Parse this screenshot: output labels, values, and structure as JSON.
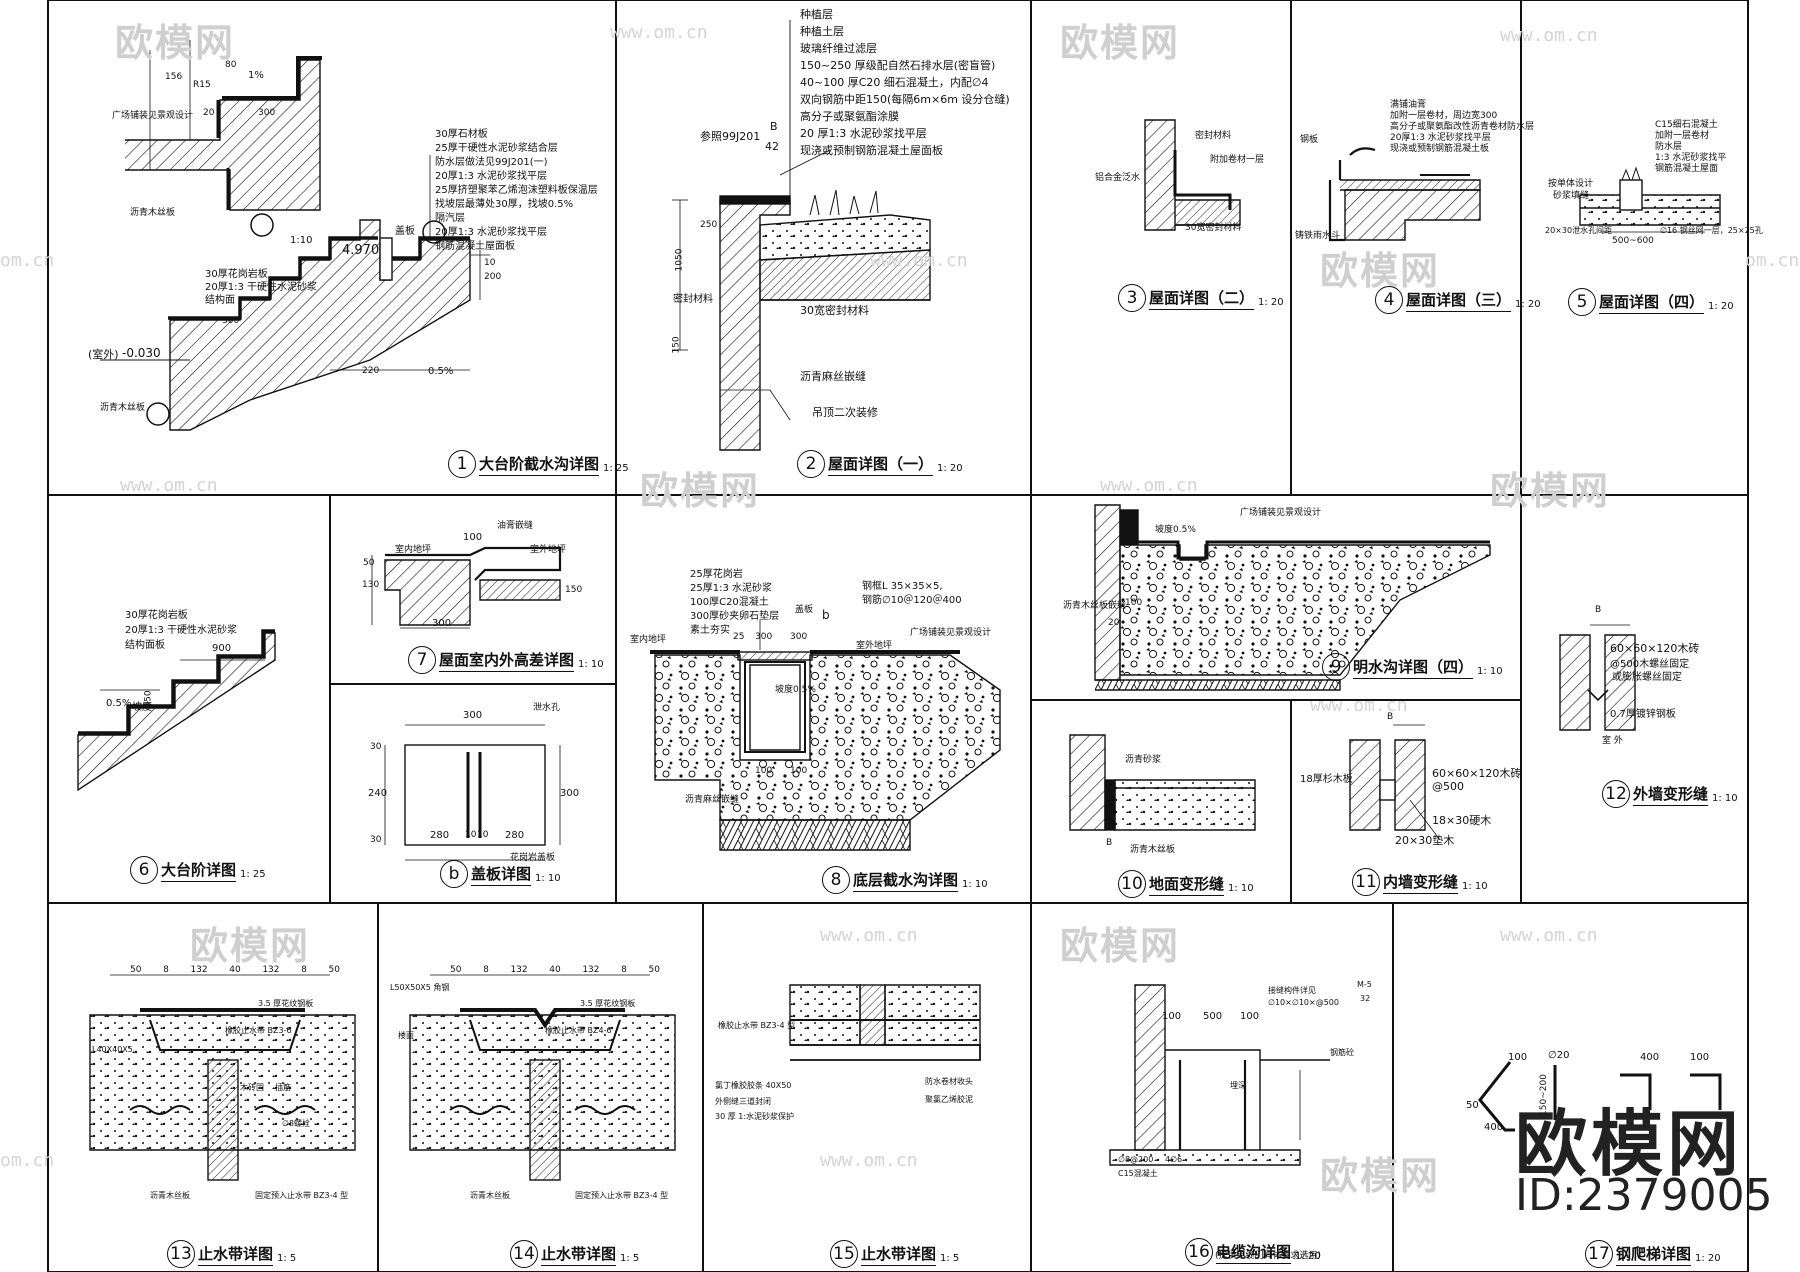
{
  "watermark": {
    "brand_cn": "欧模网",
    "url": "www.om.cn",
    "url_short": "om.cn"
  },
  "branding": {
    "logo_text": "欧模网",
    "id_text": "ID:2379005"
  },
  "panels": [
    {
      "id": "p1",
      "num": "1",
      "title": "大台阶截水沟详图",
      "scale": "1: 25"
    },
    {
      "id": "p2",
      "num": "2",
      "title": "屋面详图（一）",
      "scale": "1: 20"
    },
    {
      "id": "p3",
      "num": "3",
      "title": "屋面详图（二）",
      "scale": "1: 20"
    },
    {
      "id": "p4",
      "num": "4",
      "title": "屋面详图（三）",
      "scale": "1: 20"
    },
    {
      "id": "p5",
      "num": "5",
      "title": "屋面详图（四）",
      "scale": "1: 20"
    },
    {
      "id": "p6",
      "num": "6",
      "title": "大台阶详图",
      "scale": "1: 25"
    },
    {
      "id": "p7",
      "num": "7",
      "title": "屋面室内外高差详图",
      "scale": "1: 10"
    },
    {
      "id": "pb",
      "num": "b",
      "title": "盖板详图",
      "scale": "1: 10"
    },
    {
      "id": "p8",
      "num": "8",
      "title": "底层截水沟详图",
      "scale": "1: 10"
    },
    {
      "id": "p9",
      "num": "9",
      "title": "明水沟详图（四）",
      "scale": "1: 10"
    },
    {
      "id": "p10",
      "num": "10",
      "title": "地面变形缝",
      "scale": "1: 10"
    },
    {
      "id": "p11",
      "num": "11",
      "title": "内墙变形缝",
      "scale": "1: 10"
    },
    {
      "id": "p12",
      "num": "12",
      "title": "外墙变形缝",
      "scale": "1: 10"
    },
    {
      "id": "p13",
      "num": "13",
      "title": "止水带详图",
      "scale": "1: 5"
    },
    {
      "id": "p14",
      "num": "14",
      "title": "止水带详图",
      "scale": "1: 5"
    },
    {
      "id": "p15",
      "num": "15",
      "title": "止水带详图",
      "scale": "1: 5"
    },
    {
      "id": "p16",
      "num": "16",
      "title": "电缆沟详图",
      "scale": "1: 20"
    },
    {
      "id": "p17",
      "num": "17",
      "title": "钢爬梯详图",
      "scale": "1: 20"
    }
  ],
  "notes": {
    "p1": {
      "sub_scale": "1:10",
      "layers": [
        "30厚石材板",
        "25厚干硬性水泥砂浆结合层",
        "防水层做法见99J201(一)",
        "20厚1:3 水泥砂浆找平层",
        "25厚挤塑聚苯乙烯泡沫塑料板保温层",
        "找坡层最薄处30厚，找坡0.5%",
        "隔汽层",
        "20厚1:3 水泥砂浆找平层",
        "钢筋混凝土屋面板"
      ],
      "layers_b": [
        "30厚花岗岩板",
        "20厚1:3 干硬性水泥砂浆",
        "结构面"
      ],
      "elev": "-0.030",
      "elev_top": "4.970",
      "outdoor": "(室外)",
      "cover": "盖板",
      "slope": "0.5%",
      "slope_top": "1%",
      "asphalt": "沥青木丝板",
      "land": "广场铺装见景观设计",
      "d": [
        "300",
        "300",
        "220",
        "R15",
        "80",
        "20",
        "156",
        "200",
        "10"
      ]
    },
    "p2": {
      "layers": [
        "种植层",
        "种植土层",
        "玻璃纤维过滤层",
        "150~250 厚级配自然石排水层(密盲管)",
        "40~100 厚C20 细石混凝土，内配∅4",
        "双向钢筋中距150(每隔6m×6m 设分仓缝)",
        "高分子或聚氨酯涂膜",
        "20 厚1:3 水泥砂浆找平层",
        "现浇或预制钢筋混凝土屋面板"
      ],
      "ref": "参照99J201",
      "ref_a": "B",
      "ref_b": "42",
      "seal": "密封材料",
      "seal30": "30宽密封材料",
      "asphalt": "沥青麻丝嵌缝",
      "ceiling": "吊顶二次装修",
      "d": [
        "1050",
        "150",
        "250"
      ]
    },
    "p3": {
      "a": "密封材料",
      "b": "附加卷材一层",
      "c": "铝合金泛水",
      "d": "30宽密封材料"
    },
    "p4": {
      "a": [
        "满铺油膏",
        "加附一层卷材，周边宽300",
        "高分子或聚氨酯改性沥青卷材防水层",
        "20厚1:3 水泥砂浆找平层",
        "现浇或预制钢筋混凝土板"
      ],
      "b": "钢板",
      "c": "铸铁雨水斗"
    },
    "p5": {
      "a": [
        "C15细石混凝土",
        "加附一层卷材",
        "防水层",
        "1:3 水泥砂浆找平",
        "钢筋混凝土屋面"
      ],
      "b": "按单体设计",
      "c": "砂浆填缝",
      "d": "20×30泄水孔间距",
      "e": "500~600",
      "f": "∅16 钢丝网一层，25×25孔"
    },
    "p6": {
      "layers": [
        "30厚花岗岩板",
        "20厚1:3 干硬性水泥砂浆",
        "结构面板"
      ],
      "slope": "0.5%",
      "slope_label": "坡度",
      "d": [
        "900",
        "450"
      ]
    },
    "p7": {
      "a": "室内地坪",
      "b": "室外地坪",
      "c": "油膏嵌缝",
      "d": [
        "100",
        "50",
        "130",
        "300",
        "150"
      ]
    },
    "pb": {
      "a": "泄水孔",
      "b": "花岗岩盖板",
      "d": [
        "300",
        "280",
        "10",
        "10",
        "280",
        "30",
        "240",
        "30",
        "300"
      ]
    },
    "p8": {
      "layers": [
        "25厚花岗岩",
        "25厚1:3 水泥砂浆",
        "100厚C20混凝土",
        "300厚砂夹卵石垫层",
        "素土夯实"
      ],
      "steel": [
        "钢框L 35×35×5,",
        "钢筋∅10＠120＠400"
      ],
      "a": "室内地坪",
      "b": "室外地坪",
      "c": "广场铺装见景观设计",
      "d": "沥青麻丝嵌缝",
      "e": "盖板",
      "ref": "b",
      "slope": "坡度0.5%",
      "dims": [
        "300",
        "300",
        "25",
        "100",
        "100"
      ]
    },
    "p9": {
      "a": "广场铺装见景观设计",
      "b": "沥青木丝板嵌缝",
      "slope": "坡度0.5%",
      "d": [
        "100",
        "20"
      ]
    },
    "p10": {
      "a": "沥青砂浆",
      "b": "沥青木丝板",
      "d": "B"
    },
    "p11": {
      "a": "18厚杉木板",
      "b": "60×60×120木砖",
      "c": "@500",
      "d": "18×30硬木",
      "e": "20×30垫木",
      "f": "B"
    },
    "p12": {
      "a": "60×60×120木砖",
      "b": "@500木螺丝固定",
      "c": "或膨胀螺丝固定",
      "d": "0.7厚镀锌钢板",
      "e": "室 外",
      "f": "B"
    },
    "p13": {
      "a": "橡胶止水带 BZ3-6",
      "b": "3.5 厚花纹钢板",
      "c": "固定预入止水带 BZ3-4 型",
      "d": "沥青木丝板",
      "e": "插筋",
      "f": "L40X40X5",
      "g": "木砖固",
      "h": "∅8螺栓",
      "dims": [
        "50",
        "8",
        "132",
        "40",
        "132",
        "8",
        "50"
      ]
    },
    "p14": {
      "a": "L50X50X5 角钢",
      "b": "3.5 厚花纹钢板",
      "c": "橡胶止水带 BZ4-6",
      "d": "沥青木丝板",
      "e": "固定预入止水带 BZ3-4 型",
      "f": "楼面",
      "dims": [
        "50",
        "8",
        "132",
        "40",
        "132",
        "8",
        "50"
      ]
    },
    "p15": {
      "a": "橡胶止水带 BZ3-4 型",
      "b": "氯丁橡胶胶条 40X50",
      "c": "外侧缝三道封闭",
      "d": "30 厚 1:水泥砂浆保护",
      "e": "防水卷材收头",
      "f": "聚氯乙烯胶泥"
    },
    "p16": {
      "a": "接缝构件详见",
      "b": "∅10×∅10×@500",
      "c": "∅8@200",
      "d": "4∅6",
      "e": "C15混凝土",
      "f": "(提供电缆门具体要求选用)",
      "g": "钢筋砼",
      "h": "埋深",
      "ref_a": "M-5",
      "ref_b": "32",
      "dims": [
        "100",
        "500",
        "100"
      ]
    },
    "p17": {
      "d": [
        "100",
        "∅20",
        "400",
        "100",
        "50",
        "400",
        "150~200"
      ]
    }
  }
}
